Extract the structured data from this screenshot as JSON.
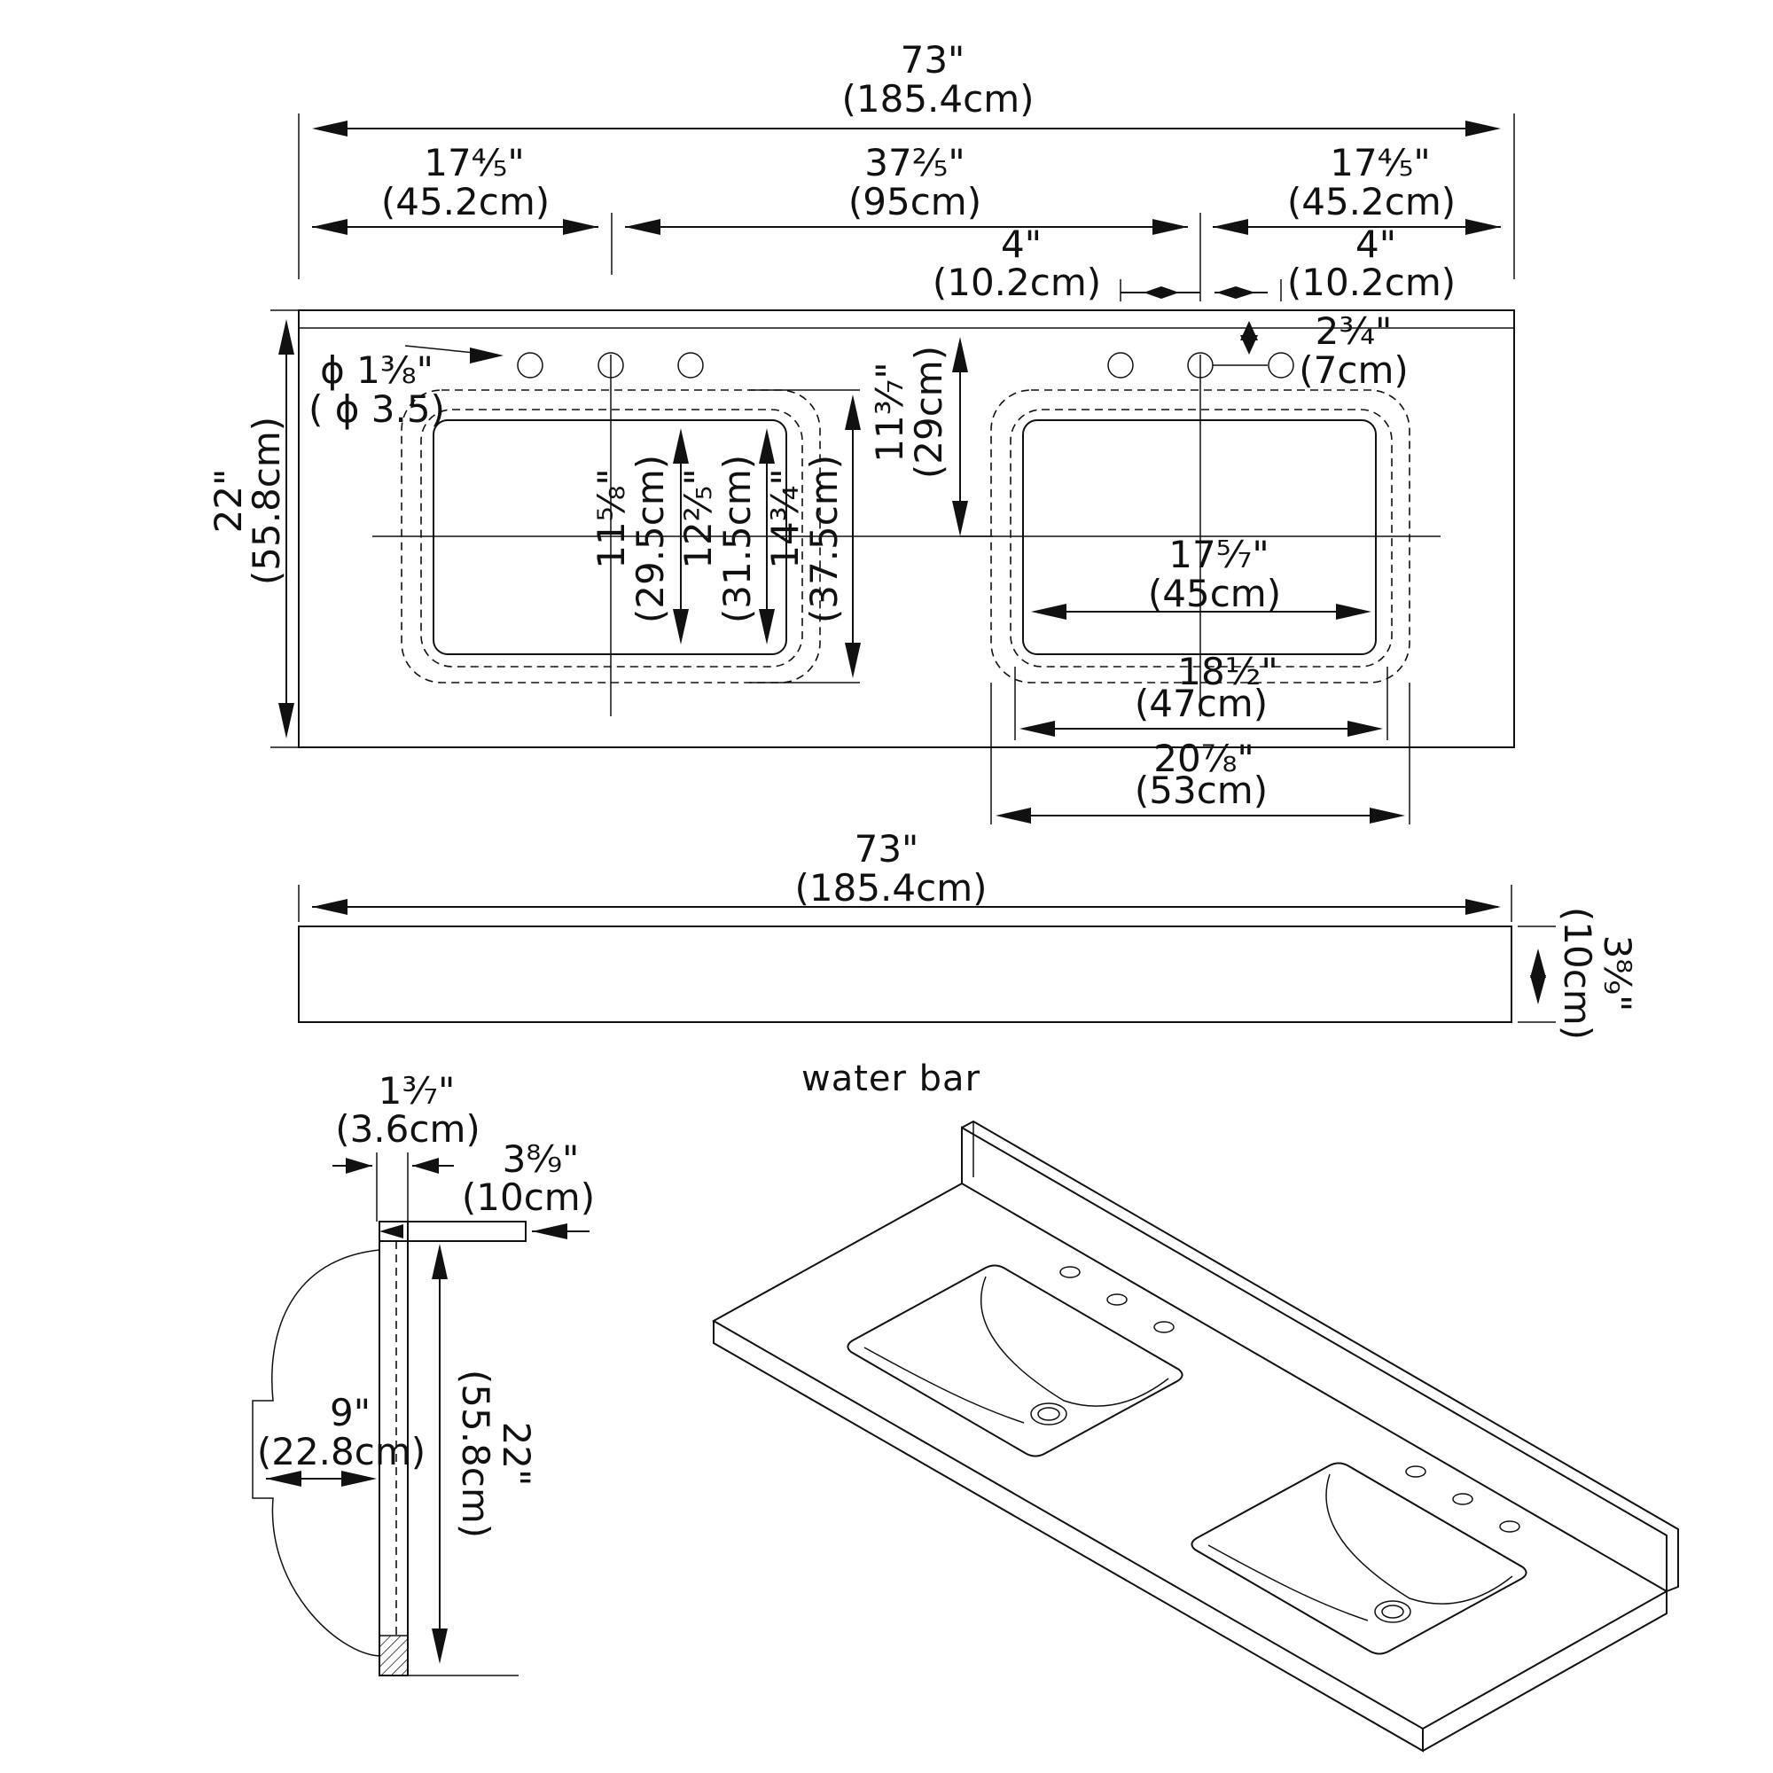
{
  "dimensions": {
    "total_width_in": "73\"",
    "total_width_cm": "(185.4cm)",
    "left_section_in": "17⅘\"",
    "left_section_cm": "(45.2cm)",
    "center_section_in": "37⅖\"",
    "center_section_cm": "(95cm)",
    "right_section_in": "17⅘\"",
    "right_section_cm": "(45.2cm)",
    "faucet_spacing_left_in": "4\"",
    "faucet_spacing_left_cm": "(10.2cm)",
    "faucet_spacing_right_in": "4\"",
    "faucet_spacing_right_cm": "(10.2cm)",
    "hole_offset_in": "2¾\"",
    "hole_offset_cm": "(7cm)",
    "hole_diameter_in": "ϕ 1⅜\"",
    "hole_diameter_cm": "( ϕ 3.5)",
    "depth_in": "22\"",
    "depth_cm": "(55.8cm)",
    "sink_center_depth_in": "11³⁄₇\"",
    "sink_center_depth_cm": "(29cm)",
    "basin_inner_depth_in": "11⅝\"",
    "basin_inner_depth_cm": "(29.5cm)",
    "basin_mid_depth_in": "12⅖\"",
    "basin_mid_depth_cm": "(31.5cm)",
    "basin_outer_depth_in": "14¾\"",
    "basin_outer_depth_cm": "(37.5cm)",
    "basin_inner_width_in": "17⁵⁄₇\"",
    "basin_inner_width_cm": "(45cm)",
    "basin_mid_width_in": "18½\"",
    "basin_mid_width_cm": "(47cm)",
    "basin_outer_width_in": "20⅞\"",
    "basin_outer_width_cm": "(53cm)",
    "backsplash_width_in": "73\"",
    "backsplash_width_cm": "(185.4cm)",
    "backsplash_height_in": "3⁸⁄₉\"",
    "backsplash_height_cm": "(10cm)",
    "side_thickness_in": "1³⁄₇\"",
    "side_thickness_cm": "(3.6cm)",
    "side_splash_height_in": "3⁸⁄₉\"",
    "side_splash_height_cm": "(10cm)",
    "side_basin_depth_in": "9\"",
    "side_basin_depth_cm": "(22.8cm)",
    "side_depth_in": "22\"",
    "side_depth_cm": "(55.8cm)"
  },
  "labels": {
    "water_bar": "water bar"
  },
  "colors": {
    "line": "#111111",
    "background": "#ffffff"
  }
}
